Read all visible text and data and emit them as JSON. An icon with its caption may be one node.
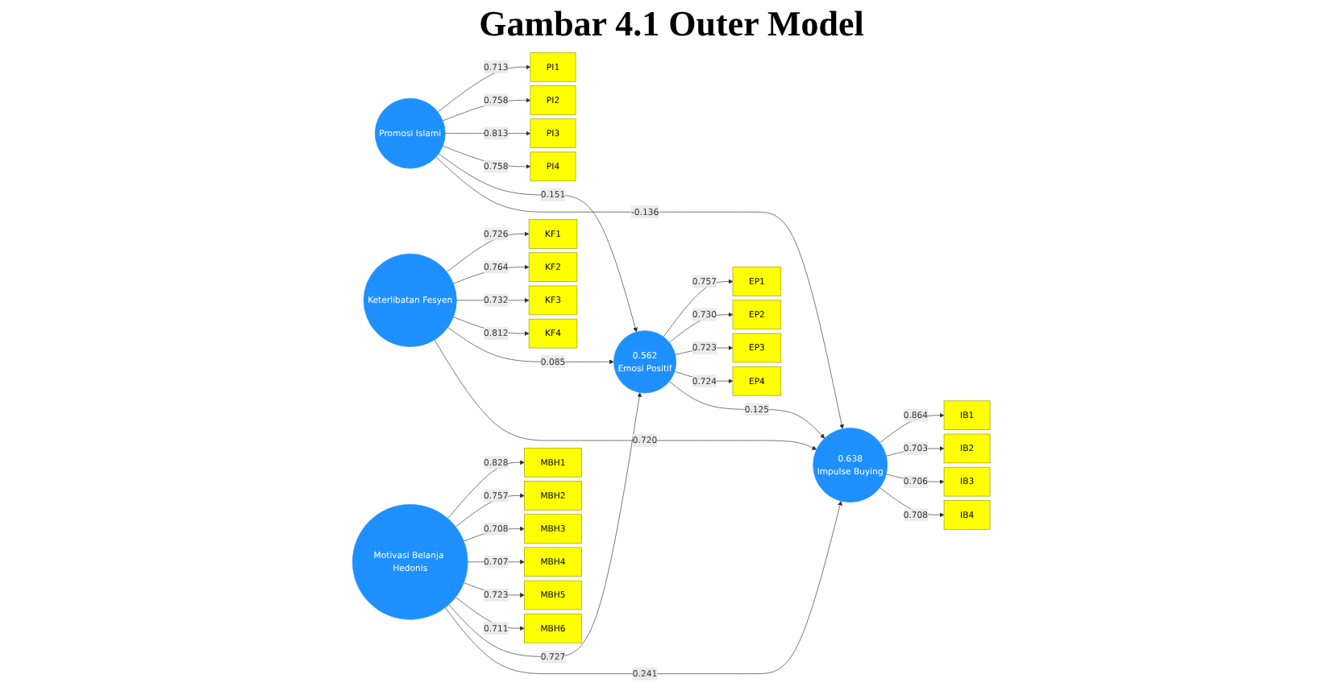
{
  "diagram": {
    "title": "Gambar 4.1 Outer Model",
    "nodes": [
      {
        "text": [
          "EP1"
        ]
      },
      {
        "text": [
          "EP2"
        ]
      },
      {
        "text": [
          "EP3"
        ]
      },
      {
        "text": [
          "EP4"
        ]
      },
      {
        "text": [
          "0.562",
          "Emosi Positif"
        ]
      },
      {
        "text": [
          "PI1"
        ]
      },
      {
        "text": [
          "PI2"
        ]
      },
      {
        "text": [
          "PI3"
        ]
      },
      {
        "text": [
          "PI4"
        ]
      },
      {
        "text": [
          "Promosi Islami"
        ]
      },
      {
        "text": [
          "KF1"
        ]
      },
      {
        "text": [
          "KF2"
        ]
      },
      {
        "text": [
          "KF3"
        ]
      },
      {
        "text": [
          "KF4"
        ]
      },
      {
        "text": [
          "Keterlibatan Fesyen"
        ]
      },
      {
        "text": [
          "MBH1"
        ]
      },
      {
        "text": [
          "MBH2"
        ]
      },
      {
        "text": [
          "MBH3"
        ]
      },
      {
        "text": [
          "MBH4"
        ]
      },
      {
        "text": [
          "MBH5"
        ]
      },
      {
        "text": [
          "MBH6"
        ]
      },
      {
        "text": [
          "Motivasi Belanja Hedonis"
        ]
      },
      {
        "text": [
          "0.638",
          "Impulse Buying"
        ]
      },
      {
        "text": [
          "IB1"
        ]
      },
      {
        "text": [
          "IB2"
        ]
      },
      {
        "text": [
          "IB3"
        ]
      },
      {
        "text": [
          "IB4"
        ]
      }
    ],
    "edges": [
      {
        "from": 4,
        "to": 0,
        "arrow": "to",
        "label": "0.757"
      },
      {
        "from": 4,
        "to": 1,
        "arrow": "to",
        "label": "0.730"
      },
      {
        "from": 4,
        "to": 2,
        "arrow": "to",
        "label": "0.723"
      },
      {
        "from": 4,
        "to": 3,
        "arrow": "to",
        "label": "0.724"
      },
      {
        "from": 9,
        "to": 5,
        "arrow": "to",
        "label": "0.713"
      },
      {
        "from": 9,
        "to": 6,
        "arrow": "to",
        "label": "0.758"
      },
      {
        "from": 9,
        "to": 7,
        "arrow": "to",
        "label": "0.813"
      },
      {
        "from": 9,
        "to": 8,
        "arrow": "to",
        "label": "0.758"
      },
      {
        "from": 9,
        "to": 4,
        "arrow": "to",
        "label": "0.151"
      },
      {
        "from": 9,
        "to": 22,
        "arrow": "to",
        "label": "-0.136"
      },
      {
        "from": 14,
        "to": 10,
        "arrow": "to",
        "label": "0.726"
      },
      {
        "from": 14,
        "to": 11,
        "arrow": "to",
        "label": "0.764"
      },
      {
        "from": 14,
        "to": 12,
        "arrow": "to",
        "label": "0.732"
      },
      {
        "from": 14,
        "to": 13,
        "arrow": "to",
        "label": "0.812"
      },
      {
        "from": 14,
        "to": 4,
        "arrow": "to",
        "label": "0.085"
      },
      {
        "from": 14,
        "to": 22,
        "arrow": "to",
        "label": "0.720"
      },
      {
        "from": 21,
        "to": 15,
        "arrow": "to",
        "label": "0.828"
      },
      {
        "from": 21,
        "to": 16,
        "arrow": "to",
        "label": "0.757"
      },
      {
        "from": 21,
        "to": 17,
        "arrow": "to",
        "label": "0.708"
      },
      {
        "from": 21,
        "to": 18,
        "arrow": "to",
        "label": "0.707"
      },
      {
        "from": 21,
        "to": 19,
        "arrow": "to",
        "label": "0.723"
      },
      {
        "from": 21,
        "to": 20,
        "arrow": "to",
        "label": "0.711"
      },
      {
        "from": 21,
        "to": 4,
        "arrow": "to",
        "label": "0.727"
      },
      {
        "from": 21,
        "to": 22,
        "arrow": "to",
        "label": "0.241"
      },
      {
        "from": 4,
        "to": 22,
        "arrow": "to",
        "label": "0.125"
      },
      {
        "from": 22,
        "to": 23,
        "arrow": "to",
        "label": "0.864"
      },
      {
        "from": 22,
        "to": 24,
        "arrow": "to",
        "label": "0.703"
      },
      {
        "from": 22,
        "to": 25,
        "arrow": "to",
        "label": "0.706"
      },
      {
        "from": 22,
        "to": 26,
        "arrow": "to",
        "label": "0.708"
      }
    ]
  }
}
